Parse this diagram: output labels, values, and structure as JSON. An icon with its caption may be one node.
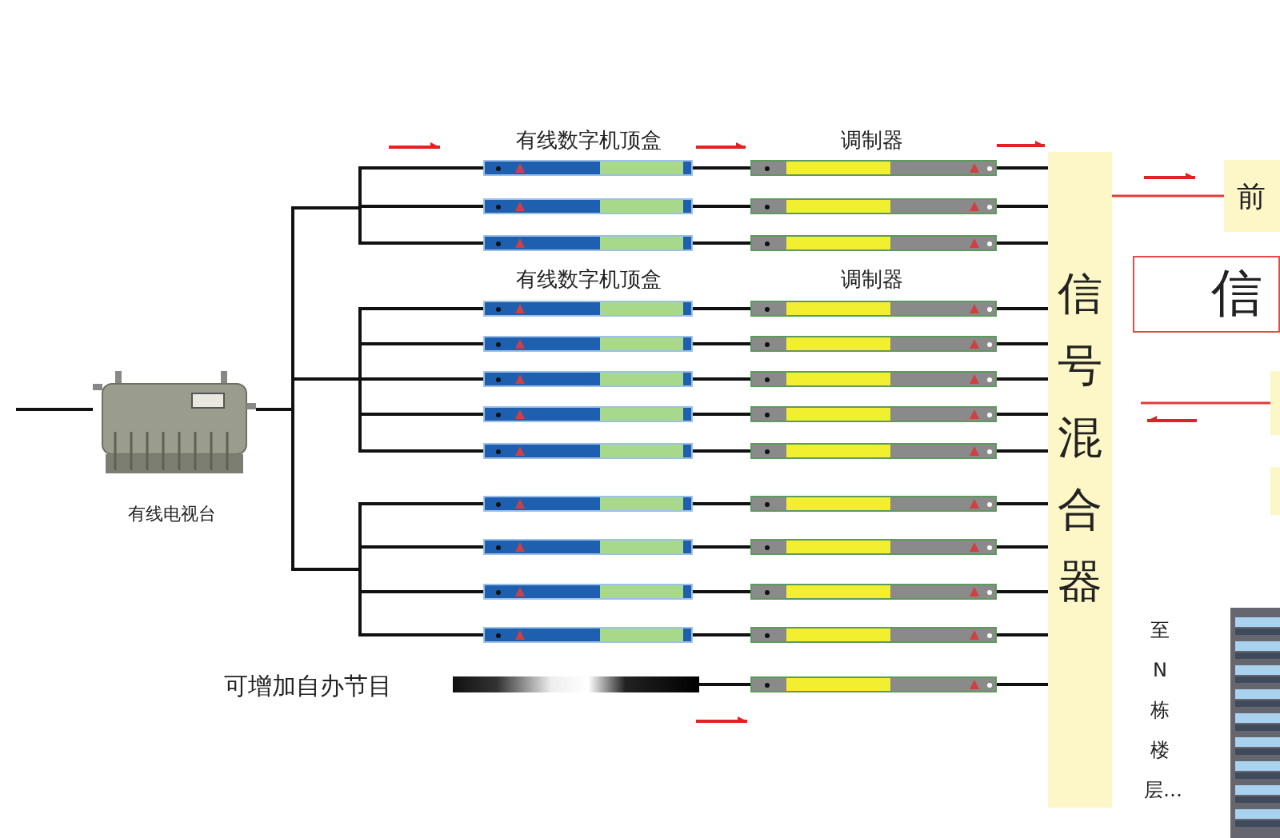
{
  "diagram": {
    "nodes": [
      {
        "text": [],
        "shape": "picture",
        "beside": [
          "有线电视台"
        ]
      },
      {
        "text": [],
        "shape": "box"
      },
      {
        "text": [],
        "shape": "box"
      },
      {
        "text": [],
        "shape": "box"
      },
      {
        "text": [],
        "shape": "box"
      },
      {
        "text": [],
        "shape": "box"
      },
      {
        "text": [],
        "shape": "box"
      },
      {
        "text": [],
        "shape": "box"
      },
      {
        "text": [],
        "shape": "box"
      },
      {
        "text": [],
        "shape": "box"
      },
      {
        "text": [],
        "shape": "box"
      },
      {
        "text": [],
        "shape": "box"
      },
      {
        "text": [],
        "shape": "box"
      },
      {
        "text": [],
        "shape": "bar",
        "beside": [
          "可增加自办节目"
        ]
      },
      {
        "text": [],
        "shape": "box"
      },
      {
        "text": [],
        "shape": "box"
      },
      {
        "text": [],
        "shape": "box"
      },
      {
        "text": [],
        "shape": "box"
      },
      {
        "text": [],
        "shape": "box"
      },
      {
        "text": [],
        "shape": "box"
      },
      {
        "text": [],
        "shape": "box"
      },
      {
        "text": [],
        "shape": "box"
      },
      {
        "text": [],
        "shape": "box"
      },
      {
        "text": [],
        "shape": "box"
      },
      {
        "text": [],
        "shape": "box"
      },
      {
        "text": [],
        "shape": "box"
      },
      {
        "text": [],
        "shape": "box"
      },
      {
        "text": [
          "信号混合器"
        ]
      },
      {
        "text": [
          "前"
        ]
      },
      {
        "text": [
          "信"
        ]
      },
      {
        "text": [],
        "shape": "box"
      },
      {
        "text": [],
        "shape": "box"
      }
    ],
    "edges": [
      {
        "from": null,
        "to": 0,
        "arrow": "none"
      },
      {
        "from": 0,
        "to": 1,
        "arrow": "none"
      },
      {
        "from": 0,
        "to": 2,
        "arrow": "none"
      },
      {
        "from": 0,
        "to": 3,
        "arrow": "none"
      },
      {
        "from": 0,
        "to": 4,
        "arrow": "none"
      },
      {
        "from": 0,
        "to": 5,
        "arrow": "none"
      },
      {
        "from": 0,
        "to": 6,
        "arrow": "none"
      },
      {
        "from": 0,
        "to": 7,
        "arrow": "none"
      },
      {
        "from": 0,
        "to": 8,
        "arrow": "none"
      },
      {
        "from": 0,
        "to": 9,
        "arrow": "none"
      },
      {
        "from": 0,
        "to": 10,
        "arrow": "none"
      },
      {
        "from": 0,
        "to": 11,
        "arrow": "none"
      },
      {
        "from": 0,
        "to": 12,
        "arrow": "none"
      },
      {
        "from": 1,
        "to": 14,
        "arrow": "none"
      },
      {
        "from": 2,
        "to": 15,
        "arrow": "none"
      },
      {
        "from": 3,
        "to": 16,
        "arrow": "none"
      },
      {
        "from": 4,
        "to": 17,
        "arrow": "none"
      },
      {
        "from": 5,
        "to": 18,
        "arrow": "none"
      },
      {
        "from": 6,
        "to": 19,
        "arrow": "none"
      },
      {
        "from": 7,
        "to": 20,
        "arrow": "none"
      },
      {
        "from": 8,
        "to": 21,
        "arrow": "none"
      },
      {
        "from": 9,
        "to": 22,
        "arrow": "none"
      },
      {
        "from": 10,
        "to": 23,
        "arrow": "none"
      },
      {
        "from": 11,
        "to": 24,
        "arrow": "none"
      },
      {
        "from": 12,
        "to": 25,
        "arrow": "none"
      },
      {
        "from": 13,
        "to": 26,
        "arrow": "none"
      },
      {
        "from": 14,
        "to": 27,
        "arrow": "none"
      },
      {
        "from": 15,
        "to": 27,
        "arrow": "none"
      },
      {
        "from": 16,
        "to": 27,
        "arrow": "none"
      },
      {
        "from": 17,
        "to": 27,
        "arrow": "none"
      },
      {
        "from": 18,
        "to": 27,
        "arrow": "none"
      },
      {
        "from": 19,
        "to": 27,
        "arrow": "none"
      },
      {
        "from": 20,
        "to": 27,
        "arrow": "none"
      },
      {
        "from": 21,
        "to": 27,
        "arrow": "none"
      },
      {
        "from": 22,
        "to": 27,
        "arrow": "none"
      },
      {
        "from": 23,
        "to": 27,
        "arrow": "none"
      },
      {
        "from": 24,
        "to": 27,
        "arrow": "none"
      },
      {
        "from": 25,
        "to": 27,
        "arrow": "none"
      },
      {
        "from": 26,
        "to": 27,
        "arrow": "none"
      },
      {
        "from": 27,
        "to": 28,
        "arrow": "none",
        "color": "#e83a3a"
      },
      {
        "from": null,
        "to": 30,
        "arrow": "none",
        "color": "#e83a3a"
      }
    ],
    "labels": [
      "有线数字机顶盒",
      "调制器",
      "有线数字机顶盒",
      "调制器",
      "至N栋楼层…"
    ]
  }
}
